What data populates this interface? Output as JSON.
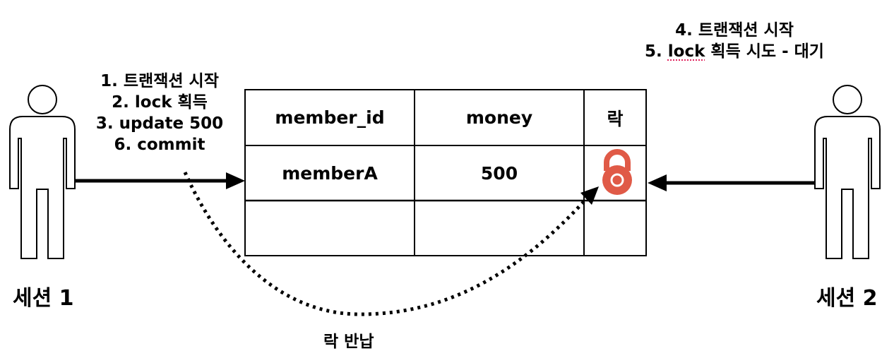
{
  "session1": {
    "label": "세션 1",
    "steps": [
      "1. 트랜잭션 시작",
      "2. lock 획득",
      "3. update 500",
      "6. commit"
    ]
  },
  "session2": {
    "label": "세션 2",
    "steps": [
      "4. 트랜잭션 시작",
      "5. lock 획득 시도 - 대기"
    ],
    "step5_word": "lock",
    "step5_rest": " 획득 시도 - 대기"
  },
  "table": {
    "headers": [
      "member_id",
      "money",
      "락"
    ],
    "rows": [
      [
        "memberA",
        "500",
        "lock-icon"
      ],
      [
        "",
        "",
        ""
      ]
    ]
  },
  "lock_return_label": "락 반납",
  "colors": {
    "line": "#000000",
    "lock": "#e05a47",
    "lock_inner": "#ffffff"
  }
}
